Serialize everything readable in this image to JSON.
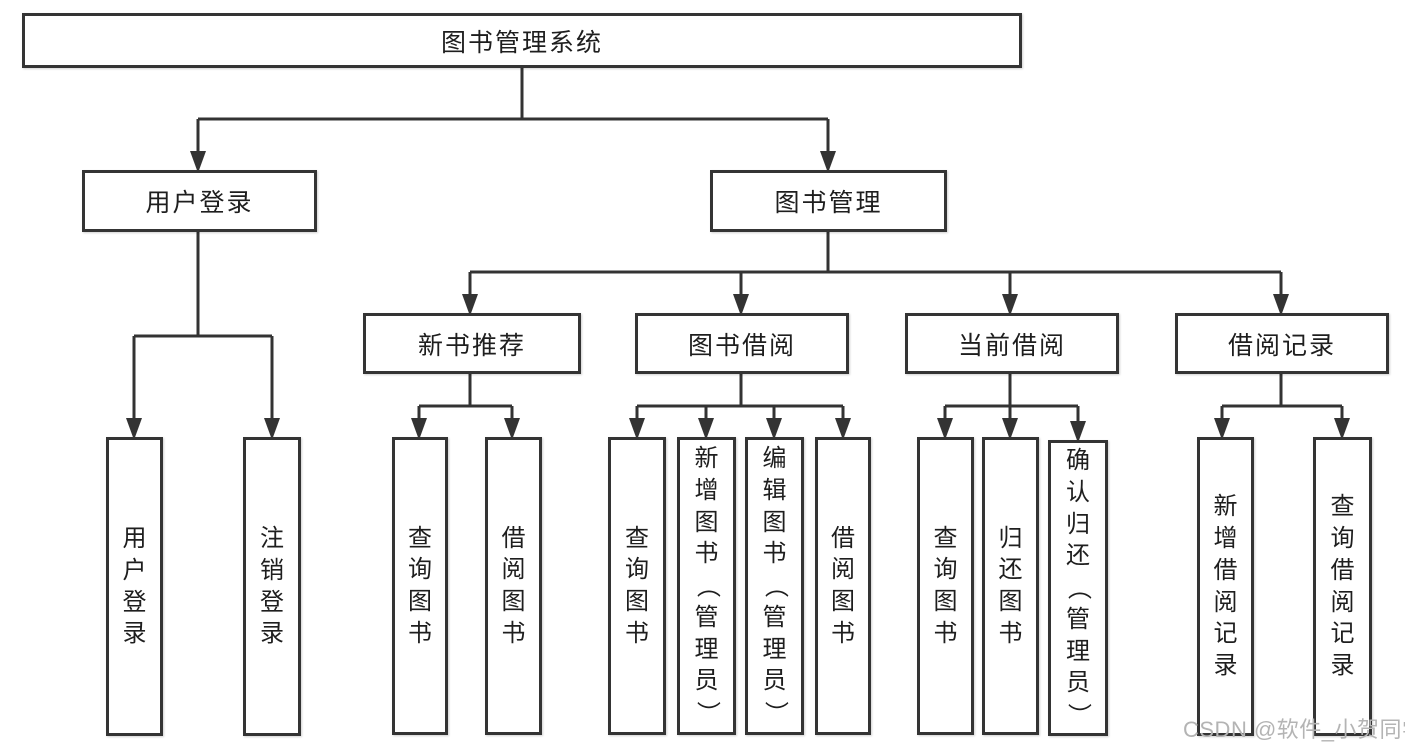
{
  "colors": {
    "line": "#333333",
    "box_border": "#343434",
    "text": "#1e1e1e",
    "background": "#ffffff",
    "watermark": "#b4b4b4"
  },
  "diagram": {
    "root": {
      "label": "图书管理系统"
    },
    "branches": [
      {
        "label": "用户登录",
        "children": [
          {
            "label": "用户登录"
          },
          {
            "label": "注销登录"
          }
        ]
      },
      {
        "label": "图书管理",
        "groups": [
          {
            "label": "新书推荐",
            "children": [
              {
                "label": "查询图书"
              },
              {
                "label": "借阅图书"
              }
            ]
          },
          {
            "label": "图书借阅",
            "children": [
              {
                "label": "查询图书"
              },
              {
                "label": "新增图书（管理员）"
              },
              {
                "label": "编辑图书（管理员）"
              },
              {
                "label": "借阅图书"
              }
            ]
          },
          {
            "label": "当前借阅",
            "children": [
              {
                "label": "查询图书"
              },
              {
                "label": "归还图书"
              },
              {
                "label": "确认归还（管理员）"
              }
            ]
          },
          {
            "label": "借阅记录",
            "children": [
              {
                "label": "新增借阅记录"
              },
              {
                "label": "查询借阅记录"
              }
            ]
          }
        ]
      }
    ]
  },
  "watermark": {
    "text": "CSDN @软件_小贺同学"
  }
}
